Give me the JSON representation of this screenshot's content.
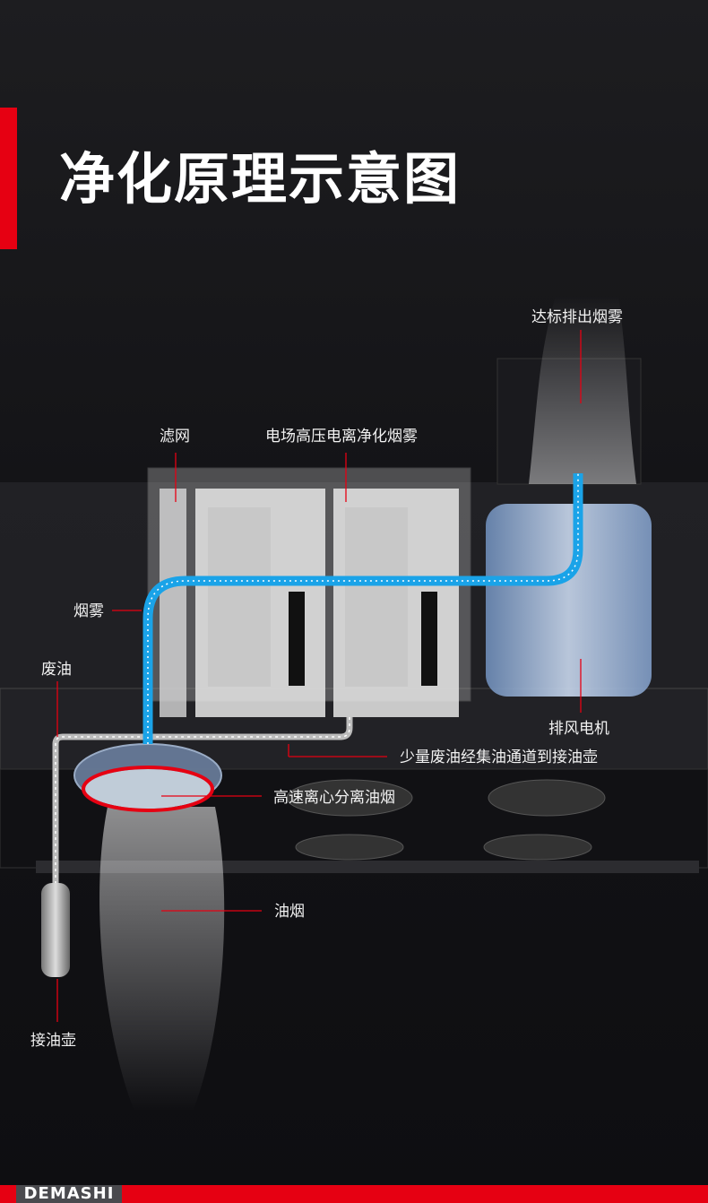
{
  "title": "净化原理示意图",
  "labels": {
    "exhaust_out": "达标排出烟雾",
    "filter": "滤网",
    "electric_field": "电场高压电离净化烟雾",
    "smoke": "烟雾",
    "waste_oil": "废油",
    "exhaust_motor": "排风电机",
    "oil_channel": "少量废油经集油通道到接油壶",
    "centrifugal": "高速离心分离油烟",
    "oil_fume": "油烟",
    "oil_cup": "接油壶"
  },
  "brand": "DEMASHI",
  "colors": {
    "accent": "#e60012",
    "flow": "#1aa3e8",
    "background": "#141417"
  }
}
